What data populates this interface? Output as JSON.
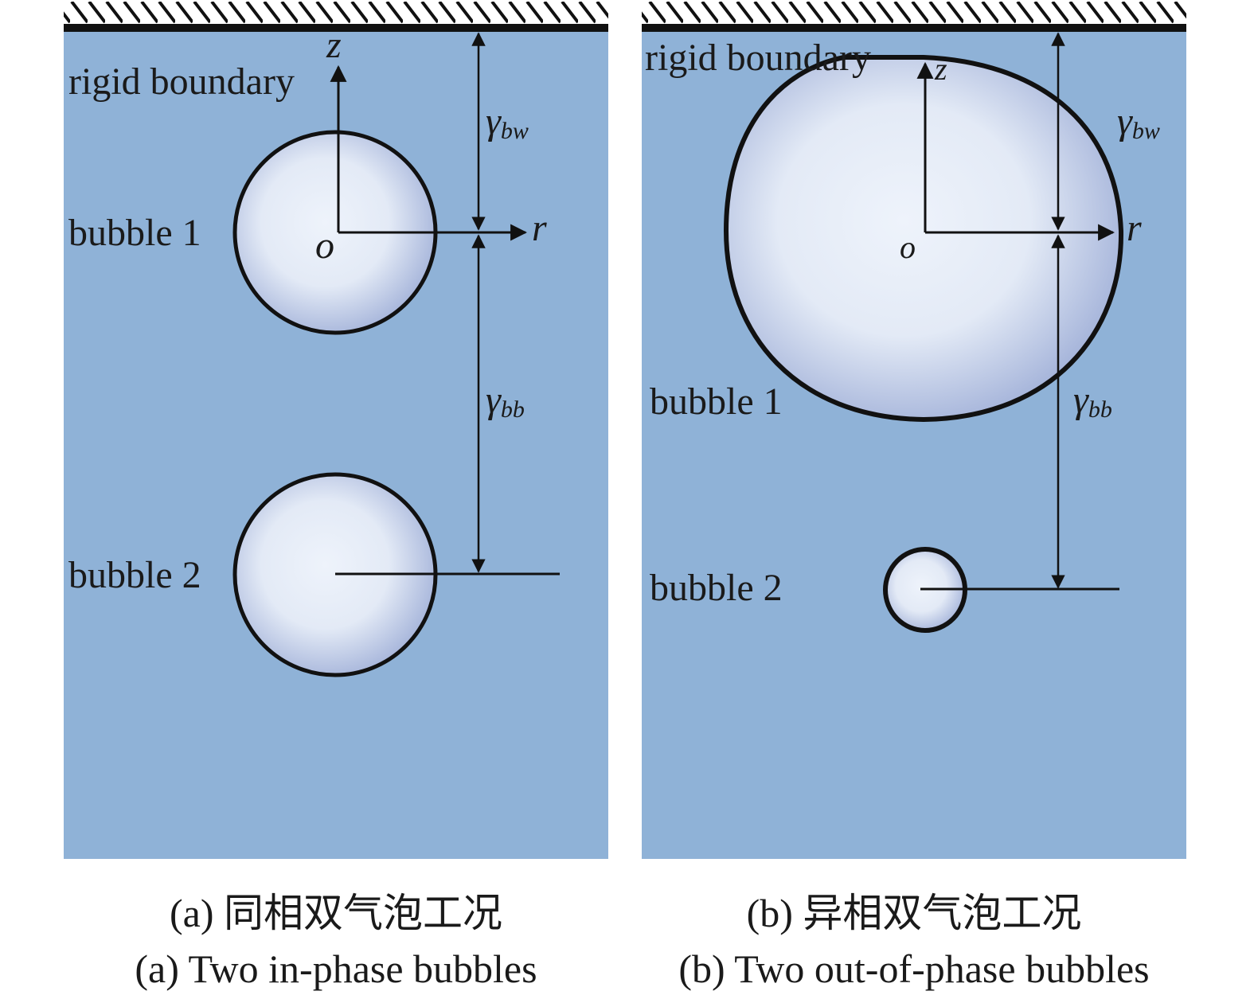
{
  "colors": {
    "fluid": "#8fb2d7",
    "wall": "#111111",
    "bubble_center": "#edf2fa",
    "bubble_edge": "#a7b6dc"
  },
  "panel_a": {
    "wall_label": "rigid boundary",
    "axis_z": "z",
    "axis_r": "r",
    "origin": "o",
    "dist_bw": "γ",
    "dist_bw_sub": "bw",
    "dist_bb": "γ",
    "dist_bb_sub": "bb",
    "bubble1": "bubble 1",
    "bubble2": "bubble 2",
    "caption_cn": "(a) 同相双气泡工况",
    "caption_en": "(a) Two in-phase bubbles"
  },
  "panel_b": {
    "wall_label": "rigid boundary",
    "axis_z": "z",
    "axis_r": "r",
    "origin": "o",
    "dist_bw": "γ",
    "dist_bw_sub": "bw",
    "dist_bb": "γ",
    "dist_bb_sub": "bb",
    "bubble1": "bubble 1",
    "bubble2": "bubble 2",
    "caption_cn": "(b) 异相双气泡工况",
    "caption_en": "(b) Two out-of-phase bubbles"
  }
}
